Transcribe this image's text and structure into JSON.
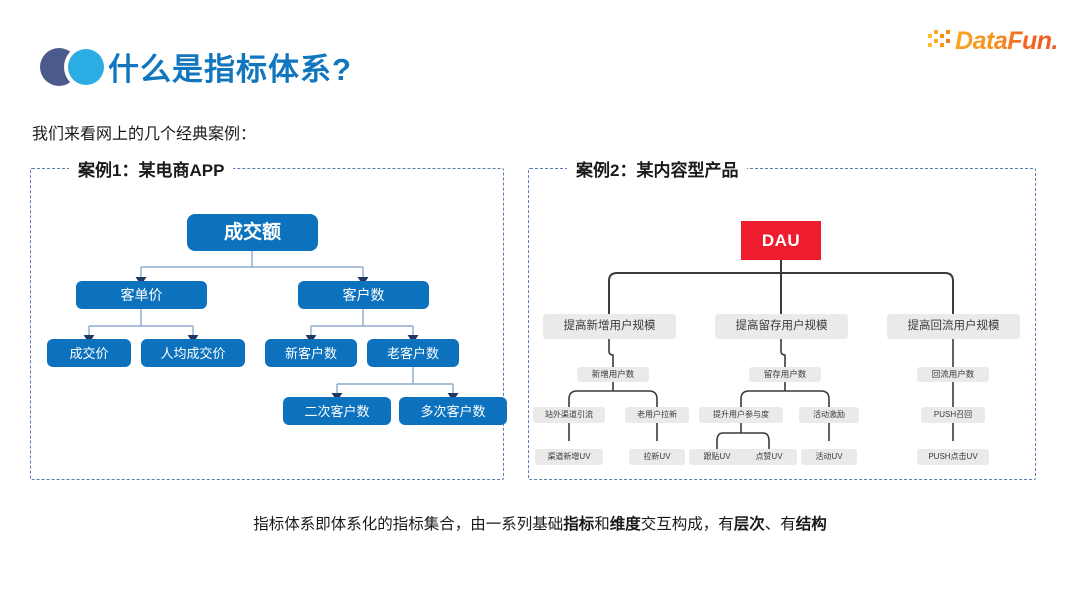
{
  "brand": {
    "name": "DataFun.",
    "accent_color": "#F5821F"
  },
  "header": {
    "title": "什么是指标体系?",
    "title_color": "#1276BE",
    "mark_dark_color": "#4B5A8C",
    "mark_light_color": "#2BACE3"
  },
  "lead_in": "我们来看网上的几个经典案例：",
  "footer": {
    "part1": "指标体系即体系化的指标集合，由一系列基础",
    "bold1": "指标",
    "part2": "和",
    "bold2": "维度",
    "part3": "交互构成，有",
    "bold3": "层次",
    "part4": "、有",
    "bold4": "结构"
  },
  "cases": [
    {
      "id": "case-1",
      "legend": "案例1：某电商APP",
      "node_color": "#0C72BD",
      "nodes": [
        {
          "name": "root",
          "label": "成交额",
          "level": 1
        },
        {
          "name": "unit-price",
          "label": "客单价",
          "level": 2
        },
        {
          "name": "customer-count",
          "label": "客户数",
          "level": 2
        },
        {
          "name": "deal-price",
          "label": "成交价",
          "level": 3
        },
        {
          "name": "avg-deal-price",
          "label": "人均成交价",
          "level": 3
        },
        {
          "name": "new-customers",
          "label": "新客户数",
          "level": 3
        },
        {
          "name": "old-customers",
          "label": "老客户数",
          "level": 3
        },
        {
          "name": "second-customers",
          "label": "二次客户数",
          "level": 4
        },
        {
          "name": "multi-customers",
          "label": "多次客户数",
          "level": 4
        }
      ]
    },
    {
      "id": "case-2",
      "legend": "案例2：某内容型产品",
      "node_color": "#EAEAEA",
      "root_color": "#ED1C2E",
      "nodes": [
        {
          "name": "root",
          "label": "DAU",
          "level": 1
        },
        {
          "name": "grow-new",
          "label": "提高新增用户规模",
          "level": 2
        },
        {
          "name": "grow-retain",
          "label": "提高留存用户规模",
          "level": 2
        },
        {
          "name": "grow-return",
          "label": "提高回流用户规模",
          "level": 2
        },
        {
          "name": "new-user-count",
          "label": "新增用户数",
          "level": 3
        },
        {
          "name": "retain-user-count",
          "label": "留存用户数",
          "level": 3
        },
        {
          "name": "return-user-count",
          "label": "回流用户数",
          "level": 3
        },
        {
          "name": "offsite-traffic",
          "label": "站外渠道引流",
          "level": 4
        },
        {
          "name": "old-user-pull",
          "label": "老用户拉新",
          "level": 4
        },
        {
          "name": "raise-engagement",
          "label": "提升用户参与度",
          "level": 4
        },
        {
          "name": "activity-incentive",
          "label": "活动激励",
          "level": 4
        },
        {
          "name": "push-recall",
          "label": "PUSH召回",
          "level": 4
        },
        {
          "name": "channel-new-uv",
          "label": "渠道新增UV",
          "level": 5
        },
        {
          "name": "pull-new-uv",
          "label": "拉新UV",
          "level": 5
        },
        {
          "name": "comment-uv",
          "label": "跟贴UV",
          "level": 5
        },
        {
          "name": "like-uv",
          "label": "点赞UV",
          "level": 5
        },
        {
          "name": "activity-uv",
          "label": "活动UV",
          "level": 5
        },
        {
          "name": "push-click-uv",
          "label": "PUSH点击UV",
          "level": 5
        }
      ]
    }
  ]
}
